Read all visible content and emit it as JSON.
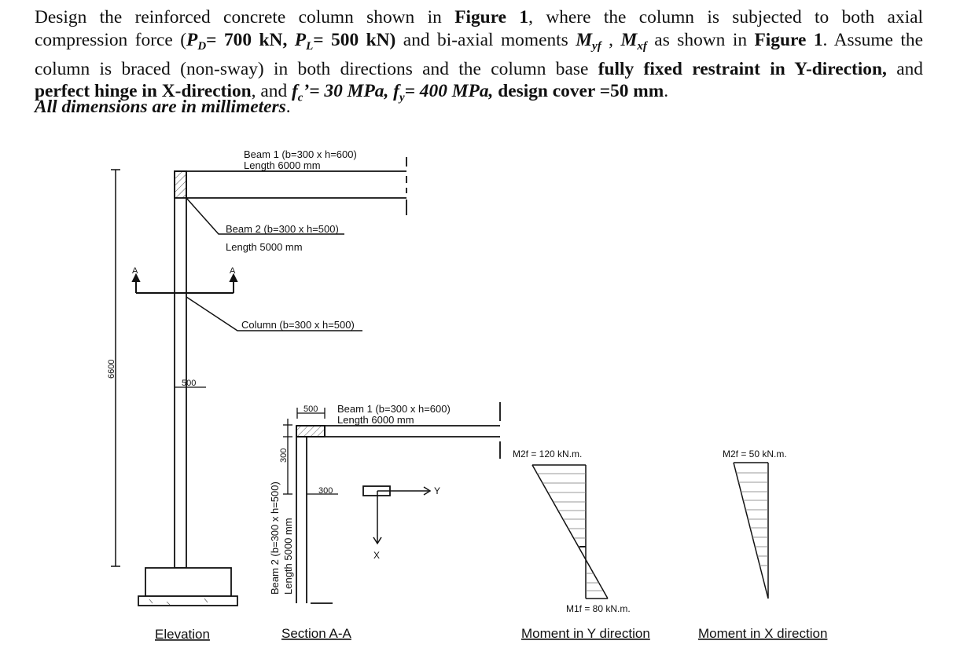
{
  "problem": {
    "t1": "Design the reinforced concrete column shown in ",
    "fig1": "Figure 1",
    "t2": ", where the column is subjected to both axial",
    "t3": "compression force (",
    "pd_sym": "P",
    "pd_sub": "D",
    "pd_val": "= 700 kN, ",
    "pl_sym": "P",
    "pl_sub": "L",
    "pl_val": "= 500 kN)",
    "t4": " and bi-axial moments ",
    "myf_sym": "M",
    "myf_sub": "yf",
    "t5": " , ",
    "mxf_sym": "M",
    "mxf_sub": "xf",
    "t6": " as shown in ",
    "fig2": "Figure 1",
    "t7": ". Assume the",
    "t8": "column is braced (non-sway) in both directions and the column base ",
    "fixed": "fully fixed restraint in Y-direction,",
    "t9": " and",
    "hinge": "perfect hinge in X-direction",
    "t10": ", and ",
    "fc_sym": "f",
    "fc_sub": "c",
    "fc_val": "’= 30 MPa, ",
    "fy_sym": "f",
    "fy_sub": "y",
    "fy_val": "= 400 MPa,",
    "cover": " design cover =50 mm",
    "t11": ".",
    "dims_note": "All dimensions are in millimeters",
    "dims_dot": "."
  },
  "elevation": {
    "beam1_l1": "Beam 1 (b=300 x h=600)",
    "beam1_l2": "Length 6000 mm",
    "beam2_l1": "Beam 2 (b=300 x h=500)",
    "beam2_l2": "Length 5000 mm",
    "column_label": "Column (b=300 x h=500)",
    "section_mark_left": "A",
    "section_mark_right": "A",
    "height_dim": "6600",
    "width_dim": "500",
    "caption": "Elevation"
  },
  "section": {
    "top_dim": "500",
    "beam1_l1": "Beam 1 (b=300 x h=600)",
    "beam1_l2": "Length 6000 mm",
    "dim_300_vertical": "300",
    "dim_300_horizontal": "300",
    "beam2_l1": "Beam 2 (b=300 x h=500)",
    "beam2_l2": "Length 5000 mm",
    "axis_y": "Y",
    "axis_x": "X",
    "caption": "Section A-A"
  },
  "moment_y": {
    "top_label": "M2f = 120 kN.m.",
    "bottom_label": "M1f = 80 kN.m.",
    "caption": "Moment in Y direction"
  },
  "moment_x": {
    "top_label": "M2f = 50 kN.m.",
    "caption": "Moment in X direction"
  }
}
